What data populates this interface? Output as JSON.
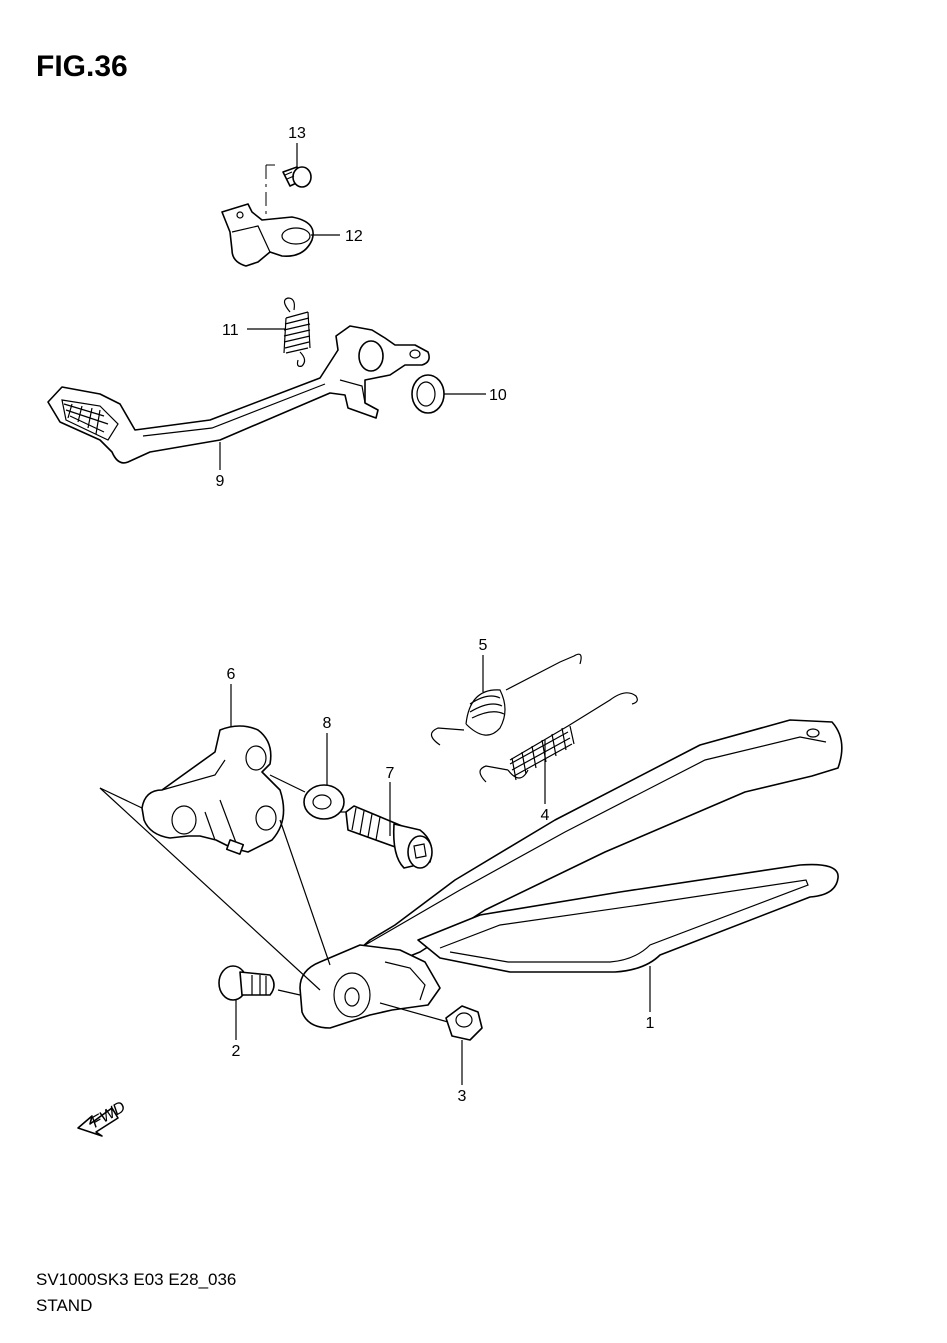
{
  "figure": {
    "title": "FIG.36"
  },
  "footer": {
    "model_code": "SV1000SK3 E03 E28_036",
    "section_name": "STAND"
  },
  "fwd_arrow": {
    "label": "FWD"
  },
  "callouts": [
    {
      "id": "c1",
      "number": "1"
    },
    {
      "id": "c2",
      "number": "2"
    },
    {
      "id": "c3",
      "number": "3"
    },
    {
      "id": "c4",
      "number": "4"
    },
    {
      "id": "c5",
      "number": "5"
    },
    {
      "id": "c6",
      "number": "6"
    },
    {
      "id": "c7",
      "number": "7"
    },
    {
      "id": "c8",
      "number": "8"
    },
    {
      "id": "c9",
      "number": "9"
    },
    {
      "id": "c10",
      "number": "10"
    },
    {
      "id": "c11",
      "number": "11"
    },
    {
      "id": "c12",
      "number": "12"
    },
    {
      "id": "c13",
      "number": "13"
    }
  ]
}
